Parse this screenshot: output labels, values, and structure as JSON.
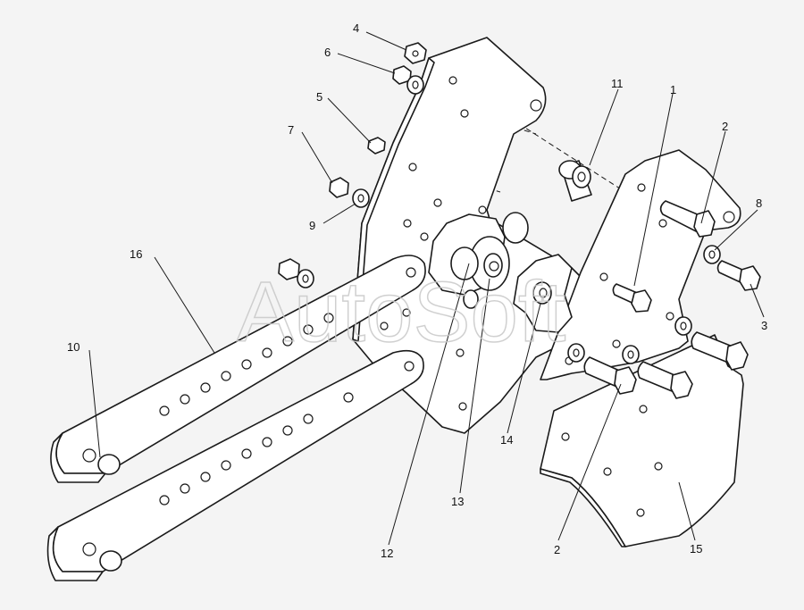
{
  "watermark": "AutoSoft",
  "callouts": {
    "n1": "1",
    "n2a": "2",
    "n2b": "2",
    "n3": "3",
    "n4": "4",
    "n5": "5",
    "n6": "6",
    "n7": "7",
    "n8": "8",
    "n9": "9",
    "n10": "10",
    "n11": "11",
    "n12": "12",
    "n13": "13",
    "n14": "14",
    "n15": "15",
    "n16": "16"
  }
}
